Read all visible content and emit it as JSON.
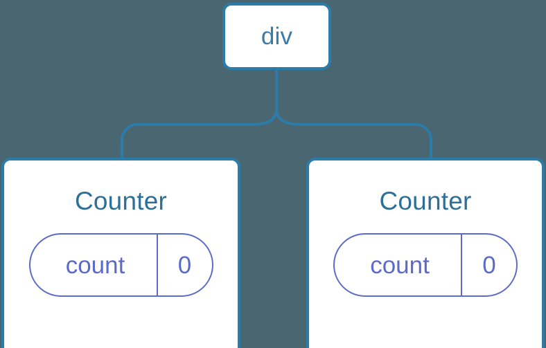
{
  "diagram": {
    "type": "component-tree",
    "background_color": "#4a6670",
    "node_border_color": "#2b7ca8",
    "node_fill_color": "#ffffff",
    "connector_color": "#2b7ca8",
    "state_accent_color": "#5c6bc8",
    "root": {
      "label": "div",
      "label_color": "#3a7ca5"
    },
    "children": [
      {
        "title": "Counter",
        "title_color": "#2e6f99",
        "state": {
          "key": "count",
          "value": "0"
        }
      },
      {
        "title": "Counter",
        "title_color": "#2e6f99",
        "state": {
          "key": "count",
          "value": "0"
        }
      }
    ]
  }
}
